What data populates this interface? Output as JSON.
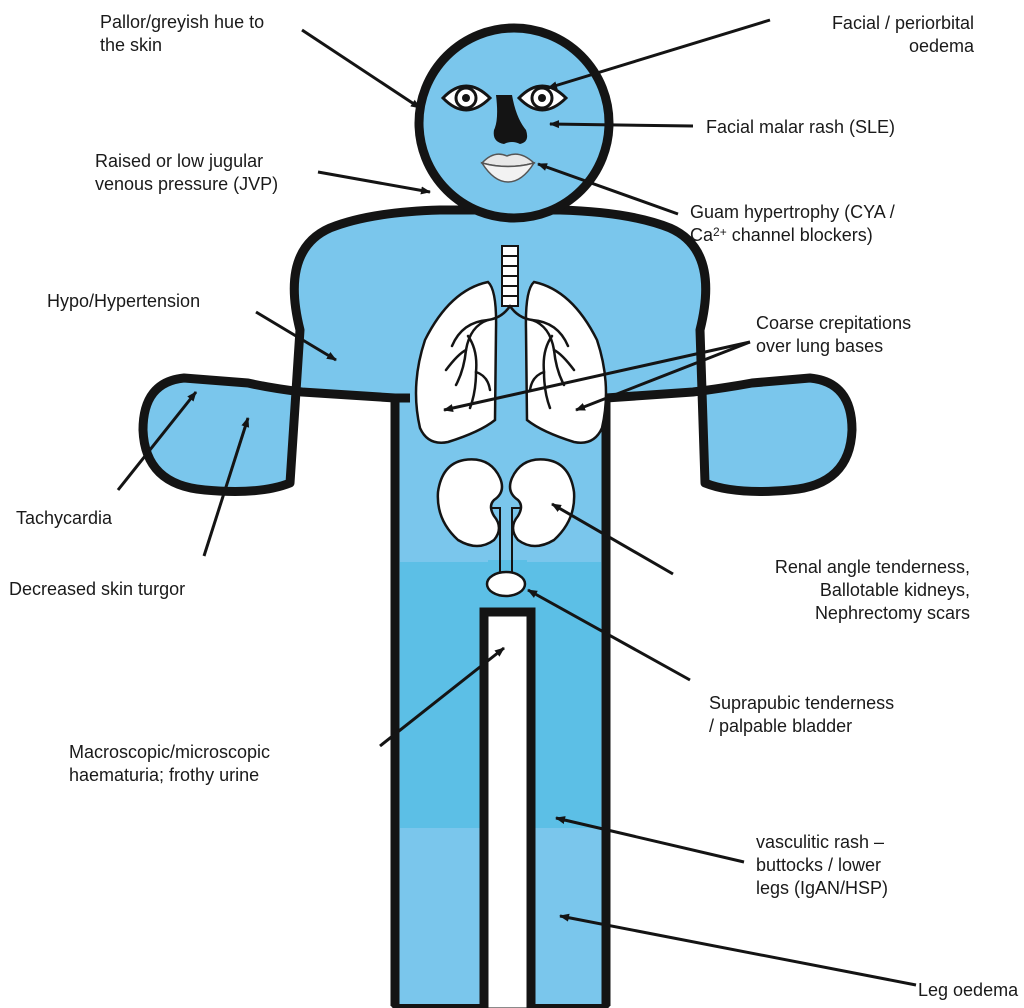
{
  "colors": {
    "skin": "#7ac6ec",
    "lower_body": "#5cbfe6",
    "outline": "#141414",
    "organ_fill": "#ffffff"
  },
  "labels": {
    "pallor": [
      "Pallor/greyish hue to",
      "the skin"
    ],
    "facial_oedema": [
      "Facial / periorbital",
      "oedema"
    ],
    "malar_rash": [
      "Facial malar rash (SLE)"
    ],
    "jvp": [
      "Raised or low jugular",
      "venous pressure (JVP)"
    ],
    "gum_hypertrophy_line1": "Guam hypertrophy (CYA /",
    "gum_hypertrophy_line2_pre": "Ca",
    "gum_hypertrophy_line2_sup": "2+",
    "gum_hypertrophy_line2_post": " channel blockers)",
    "hypertension": [
      "Hypo/Hypertension"
    ],
    "crepitations": [
      "Coarse crepitations",
      "over lung bases"
    ],
    "tachycardia": [
      "Tachycardia"
    ],
    "skin_turgor": [
      "Decreased skin turgor"
    ],
    "renal": [
      "Renal angle tenderness,",
      "Ballotable kidneys,",
      "Nephrectomy scars"
    ],
    "suprapubic": [
      "Suprapubic tenderness",
      "/ palpable bladder"
    ],
    "haematuria": [
      "Macroscopic/microscopic",
      "haematuria; frothy urine"
    ],
    "vasculitic_rash": [
      "vasculitic rash –",
      "buttocks / lower",
      "legs (IgAN/HSP)"
    ],
    "leg_oedema": [
      "Leg oedema"
    ]
  }
}
